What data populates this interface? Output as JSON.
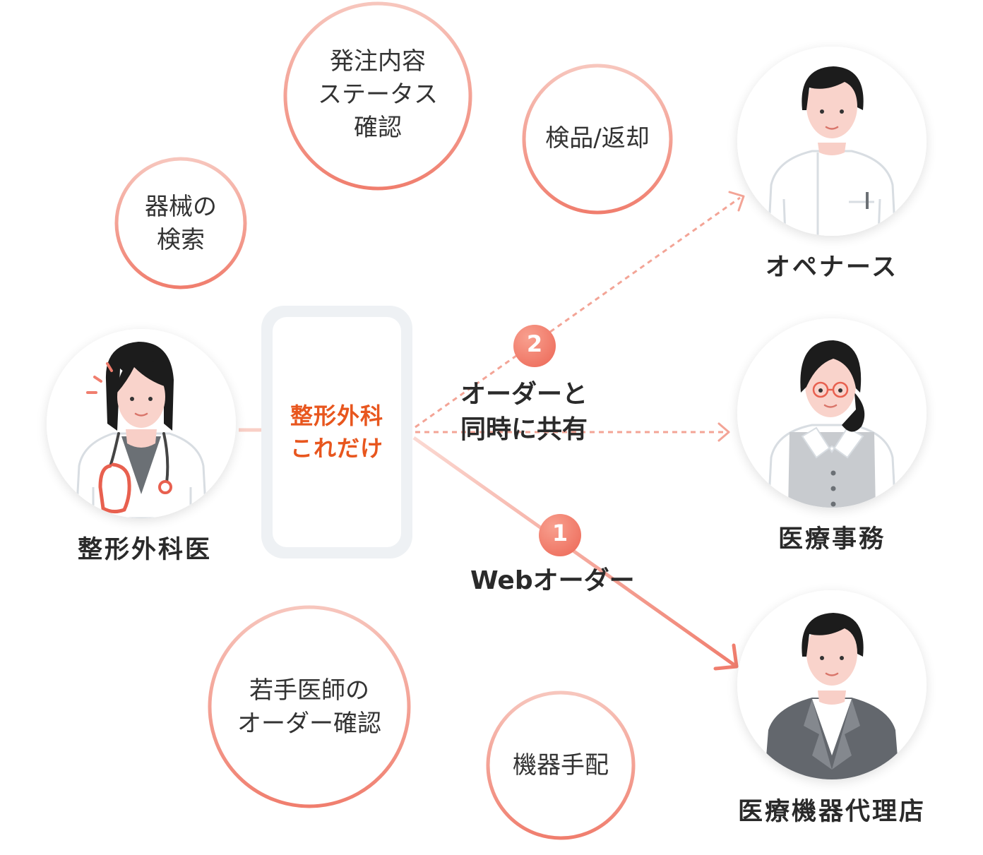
{
  "colors": {
    "accent": "#f08070",
    "accent_light": "#f7c2b8",
    "phone_orange": "#e8561e",
    "badge": "#f07868",
    "phone_frame": "#eef1f4"
  },
  "center_device": {
    "label": "整形外科\nこれだけ"
  },
  "features": [
    {
      "id": "status",
      "label": "発注内容\nステータス\n確認"
    },
    {
      "id": "inspect",
      "label": "検品/返却"
    },
    {
      "id": "search",
      "label": "器械の\n検索"
    },
    {
      "id": "junior",
      "label": "若手医師の\nオーダー確認"
    },
    {
      "id": "arrange",
      "label": "機器手配"
    }
  ],
  "roles": [
    {
      "id": "surgeon",
      "label": "整形外科医",
      "icon": "surgeon-avatar-icon"
    },
    {
      "id": "ope-nurse",
      "label": "オペナース",
      "icon": "nurse-avatar-icon"
    },
    {
      "id": "clerk",
      "label": "医療事務",
      "icon": "clerk-avatar-icon"
    },
    {
      "id": "dealer",
      "label": "医療機器代理店",
      "icon": "dealer-avatar-icon"
    }
  ],
  "steps": [
    {
      "number": "1",
      "label": "Webオーダー"
    },
    {
      "number": "2",
      "label": "オーダーと\n同時に共有"
    }
  ]
}
